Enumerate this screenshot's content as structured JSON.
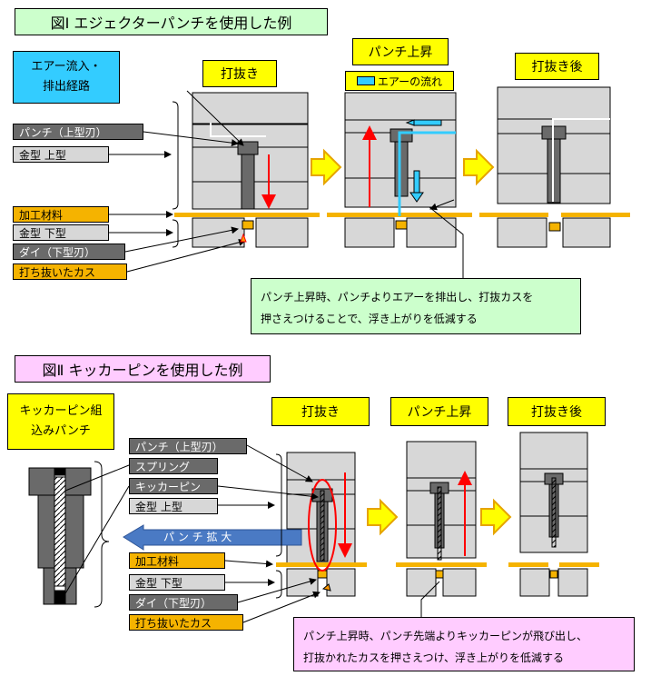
{
  "fig1": {
    "title": "図Ⅰ エジェクターパンチを使用した例",
    "route_label": [
      "エアー流入・",
      "排出経路"
    ],
    "stage_labels": [
      "打抜き",
      "パンチ上昇",
      "打抜き後"
    ],
    "air_flow_legend": "エアーの流れ",
    "labels": [
      "パンチ（上型刃）",
      "金型 上型",
      "加工材料",
      "金型 下型",
      "ダイ（下型刃）",
      "打ち抜いたカス"
    ],
    "note": [
      "パンチ上昇時、パンチよりエアーを排出し、打抜カスを",
      "押さえつけることで、浮き上がりを低減する"
    ]
  },
  "fig2": {
    "title": "図Ⅱ キッカーピンを使用した例",
    "assembly_label": [
      "キッカーピン組",
      "込みパンチ"
    ],
    "stage_labels": [
      "打抜き",
      "パンチ上昇",
      "打抜き後"
    ],
    "enlarge_label": "パ ン チ 拡 大",
    "labels": [
      "パンチ（上型刃）",
      "スプリング",
      "キッカーピン",
      "金型 上型",
      "加工材料",
      "金型 下型",
      "ダイ（下型刃）",
      "打ち抜いたカス"
    ],
    "note": [
      "パンチ上昇時、パンチ先端よりキッカーピンが飛び出し、",
      "打抜かれたカスを押さえつけ、浮き上がりを低減する"
    ]
  },
  "colors": {
    "title1_bg": "#ccffcc",
    "title2_bg": "#ffccff",
    "cyan": "#33ccff",
    "yellow": "#ffff00",
    "orange": "#f5b300",
    "red": "#ff0000",
    "blue": "#4a7ac4"
  }
}
